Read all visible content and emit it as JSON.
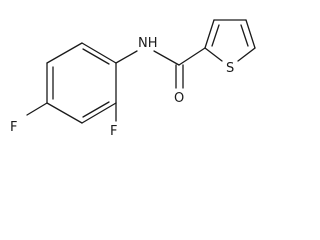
{
  "molecule": {
    "atoms": {
      "nh": "NH",
      "s": "S",
      "o": "O",
      "f_para": "F",
      "f_ortho": "F"
    }
  }
}
